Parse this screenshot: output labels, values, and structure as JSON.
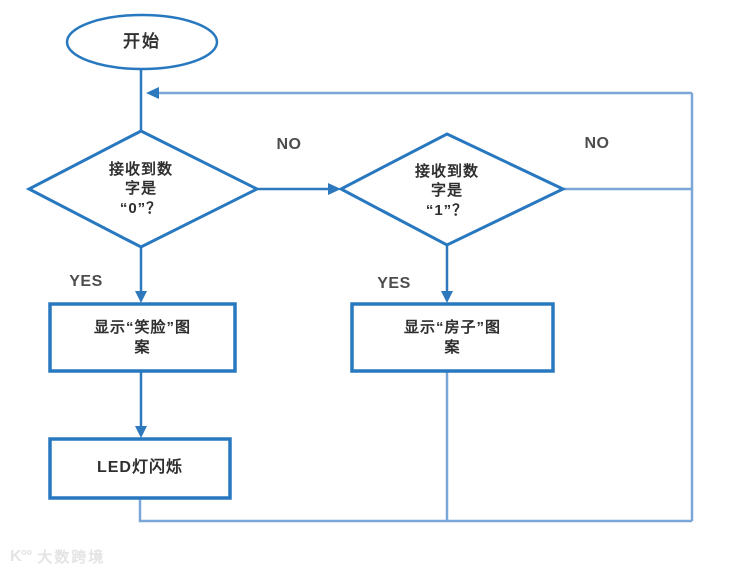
{
  "flowchart": {
    "start": {
      "label": "开始"
    },
    "decisions": [
      {
        "id": "check-zero",
        "label": "接收到数\n字是\n“0”？"
      },
      {
        "id": "check-one",
        "label": "接收到数\n字是\n“1”？"
      }
    ],
    "processes": [
      {
        "id": "show-smiley",
        "label": "显示“笑脸”图\n案"
      },
      {
        "id": "show-house",
        "label": "显示“房子”图\n案"
      },
      {
        "id": "led-blink",
        "label": "LED灯闪烁"
      }
    ],
    "edge_labels": {
      "yes_left": "YES",
      "no_left": "NO",
      "yes_right": "YES",
      "no_right": "NO"
    }
  },
  "watermark": {
    "logo": "K°°",
    "text": "大数跨境"
  },
  "colors": {
    "shape_border": "#2878c0",
    "connector": "#2e78bd",
    "loop_line": "#7aa7d8",
    "node_text": "#2f2f2f",
    "edge_label_text": "#4d4d4d",
    "watermark_text": "#e4e4e4",
    "background": "#ffffff"
  }
}
